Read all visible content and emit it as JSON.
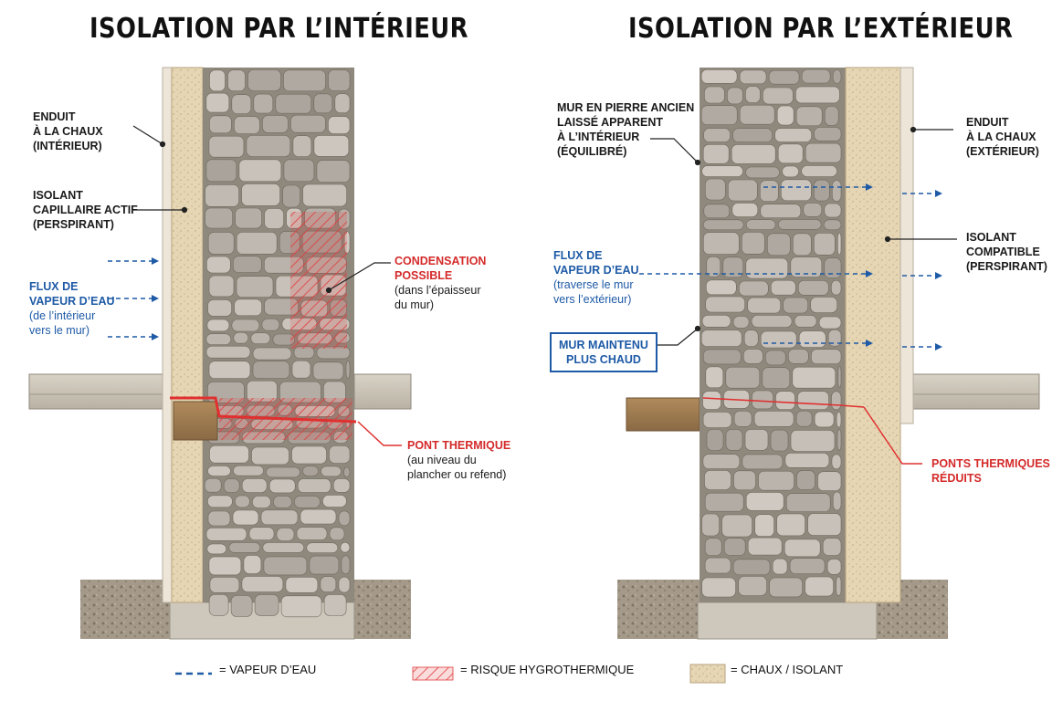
{
  "titles": {
    "left": "ISOLATION PAR L’INTÉRIEUR",
    "right": "ISOLATION PAR L’EXTÉRIEUR"
  },
  "left_panel": {
    "enduit": [
      "ENDUIT",
      "À LA CHAUX",
      "(INTÉRIEUR)"
    ],
    "isolant": [
      "ISOLANT",
      "CAPILLAIRE ACTIF",
      "(PERSPIRANT)"
    ],
    "flux_title": [
      "FLUX DE",
      "VAPEUR D’EAU"
    ],
    "flux_detail": [
      "(de l’intérieur",
      "vers le mur)"
    ],
    "condensation_title": [
      "CONDENSATION",
      "POSSIBLE"
    ],
    "condensation_detail": [
      "(dans l’épaisseur",
      "du mur)"
    ],
    "pont_title": "PONT THERMIQUE",
    "pont_detail": [
      "(au niveau du",
      "plancher ou refend)"
    ]
  },
  "right_panel": {
    "mur": [
      "MUR EN PIERRE ANCIEN",
      "LAISSÉ APPARENT",
      "À L’INTÉRIEUR",
      "(ÉQUILIBRÉ)"
    ],
    "enduit": [
      "ENDUIT",
      "À LA CHAUX",
      "(EXTÉRIEUR)"
    ],
    "isolant": [
      "ISOLANT",
      "COMPATIBLE",
      "(PERSPIRANT)"
    ],
    "flux_title": [
      "FLUX DE",
      "VAPEUR D’EAU"
    ],
    "flux_detail": [
      "(traverse le mur",
      "vers l’extérieur)"
    ],
    "mur_chaud": [
      "MUR MAINTENU",
      "PLUS CHAUD"
    ],
    "ponts_title": [
      "PONTS THERMIQUES",
      "RÉDUITS"
    ]
  },
  "legend": {
    "vapeur": "= VAPEUR D’EAU",
    "risque": "= RISQUE HYGROTHERMIQUE",
    "chaux": "= CHAUX / ISOLANT"
  },
  "colors": {
    "vapor_blue": "#1e5aa6",
    "risk_red": "#d42a2a",
    "lime_insulation": "#e6d6b4",
    "stone": "#b5ada2"
  }
}
